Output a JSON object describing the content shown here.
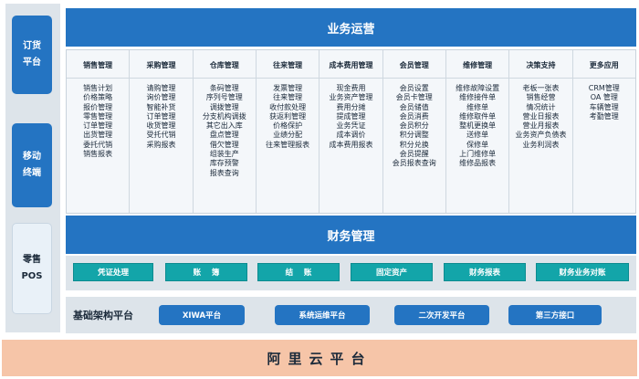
{
  "sidebar": {
    "tiles": [
      {
        "label": "订货\n平台"
      },
      {
        "label": "移动\n终端"
      },
      {
        "label": "零售\nPOS"
      }
    ]
  },
  "business": {
    "title": "业务运营",
    "modules": [
      {
        "title": "销售管理",
        "items": [
          "销售计划",
          "价格策略",
          "报价管理",
          "零售管理",
          "订单管理",
          "出货管理",
          "委托代销",
          "销售报表"
        ]
      },
      {
        "title": "采购管理",
        "items": [
          "请购管理",
          "询价管理",
          "智能补货",
          "订单管理",
          "收货管理",
          "受托代销",
          "采购报表"
        ]
      },
      {
        "title": "仓库管理",
        "items": [
          "条码管理",
          "序列号管理",
          "调拨管理",
          "分支机构调拨",
          "其它出入库",
          "盘点管理",
          "借欠管理",
          "组装生产",
          "库存预警",
          "报表查询"
        ]
      },
      {
        "title": "往来管理",
        "items": [
          "发票管理",
          "往来管理",
          "收付款处理",
          "获返利管理",
          "价格保护",
          "业绩分配",
          "往来管理报表"
        ]
      },
      {
        "title": "成本费用管理",
        "items": [
          "现金费用",
          "业务资产管理",
          "费用分摊",
          "提成管理",
          "业务凭证",
          "成本调价",
          "成本费用报表"
        ]
      },
      {
        "title": "会员管理",
        "items": [
          "会员设置",
          "会员卡管理",
          "会员储值",
          "会员消费",
          "会员积分",
          "积分调整",
          "积分兑换",
          "会员提醒",
          "会员报表查询"
        ]
      },
      {
        "title": "维修管理",
        "items": [
          "维修故障设置",
          "维修接件单",
          "维修单",
          "维修取件单",
          "整机更换单",
          "送修单",
          "保修单",
          "上门维修单",
          "维修品报表"
        ]
      },
      {
        "title": "决策支持",
        "items": [
          "老板一张表",
          "销售经营",
          "情况统计",
          "营业日报表",
          "营业月报表",
          "业务资产负债表",
          "业务利润表"
        ]
      },
      {
        "title": "更多应用",
        "items": [
          "CRM管理",
          "OA 管理",
          "车辆管理",
          "考勤管理"
        ]
      }
    ]
  },
  "finance": {
    "title": "财务管理",
    "buttons": [
      "凭证处理",
      "账    簿",
      "结    账",
      "固定资产",
      "财务报表",
      "财务业务对账"
    ]
  },
  "infra": {
    "label": "基础架构平台",
    "buttons": [
      "XIWA平台",
      "系统运维平台",
      "二次开发平台",
      "第三方接口"
    ]
  },
  "cloud": {
    "label": "阿里云平台"
  }
}
